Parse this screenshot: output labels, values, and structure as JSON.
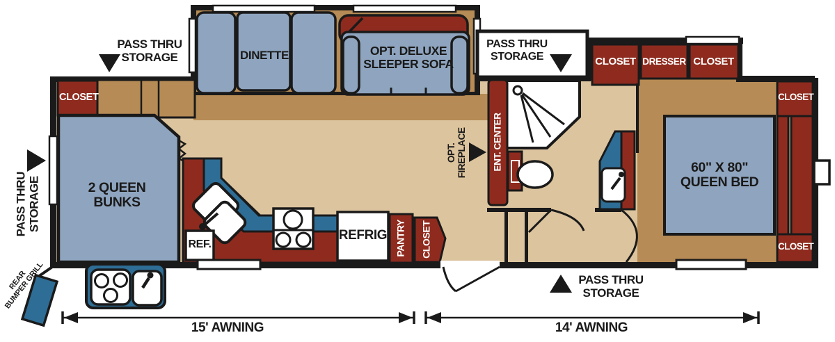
{
  "floorplan": {
    "exterior_labels": {
      "pass_thru_storage": "PASS THRU\nSTORAGE",
      "rear_bumper_grill": "REAR\nBUMPER GRILL",
      "awning_left": "15' AWNING",
      "awning_right": "14' AWNING"
    },
    "living_area": {
      "dinette": "DINETTE",
      "sleeper_sofa": "OPT. DELUXE\nSLEEPER SOFA",
      "opt_fireplace": "OPT.\nFIREPLACE",
      "ent_center": "ENT. CENTER"
    },
    "kitchen": {
      "ref": "REF.",
      "refrig": "REFRIG",
      "pantry": "PANTRY",
      "closet": "CLOSET"
    },
    "bunk_room": {
      "label": "2 QUEEN\nBUNKS",
      "closet": "CLOSET"
    },
    "bedroom": {
      "bed": "60\" X 80\"\nQUEEN BED",
      "closet_front": "CLOSET",
      "dresser": "DRESSER",
      "closet_rear": "CLOSET",
      "closet_top": "CLOSET",
      "closet_bottom": "CLOSET"
    },
    "colors": {
      "wall": "#1a1a1a",
      "cabinet_red": "#8e2b1e",
      "furniture_blue": "#8fa5bf",
      "counter_teal": "#2e6d95",
      "floor_dark": "#b68b55",
      "floor_light": "#dcc49e"
    }
  }
}
